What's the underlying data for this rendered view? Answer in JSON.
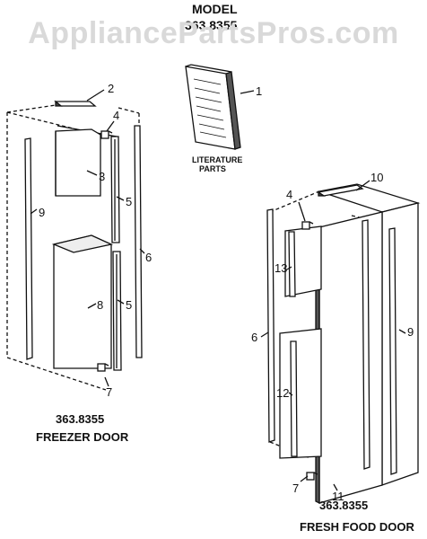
{
  "watermark": "AppliancePartsPros.com",
  "model": {
    "heading": "MODEL",
    "number": "363.8355"
  },
  "literature_label": {
    "line1": "LITERATURE",
    "line2": "PARTS"
  },
  "freezer_caption": {
    "model": "363.8355",
    "name": "FREEZER DOOR"
  },
  "fresh_food_caption": {
    "model": "363.8355",
    "name": "FRESH FOOD DOOR"
  },
  "callouts": {
    "freezer": [
      "2",
      "4",
      "3",
      "9",
      "5",
      "6",
      "8",
      "5",
      "7"
    ],
    "literature": [
      "1"
    ],
    "fresh_food": [
      "10",
      "4",
      "13",
      "6",
      "9",
      "12",
      "7",
      "11"
    ]
  }
}
